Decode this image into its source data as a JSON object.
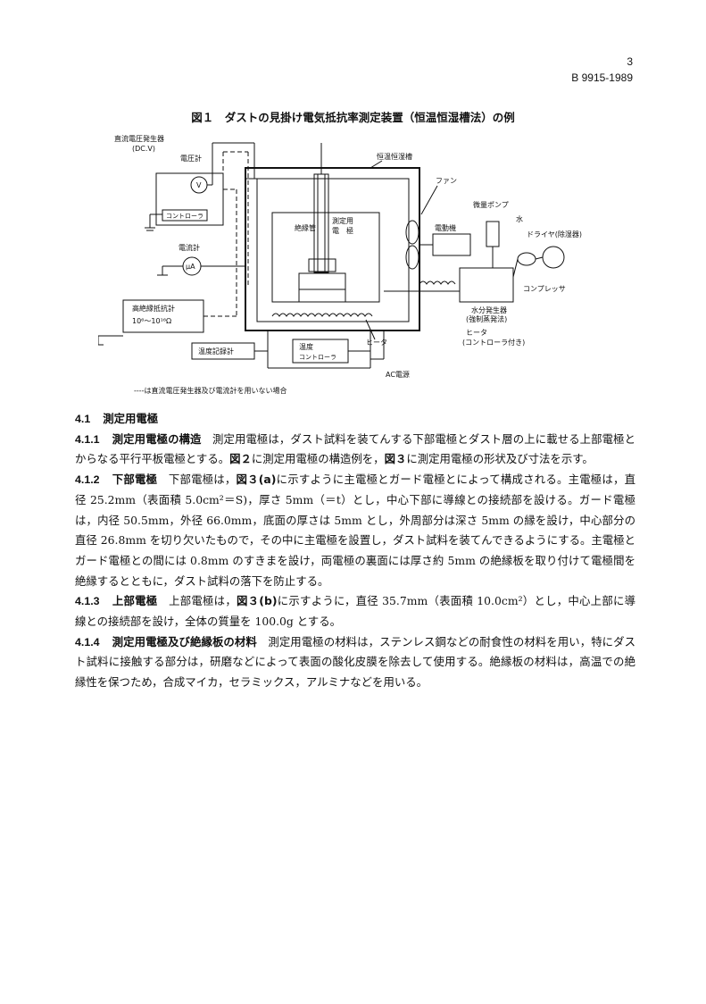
{
  "header": {
    "page_number": "3",
    "standard_code": "B 9915-1989"
  },
  "figure": {
    "title": "図１　ダストの見掛け電気抵抗率測定装置（恒温恒湿槽法）の例",
    "labels": {
      "dc_generator_1": "直流電圧発生器",
      "dc_generator_2": "(DC.V)",
      "voltmeter": "電圧計",
      "v_symbol": "V",
      "controller": "コントローラ",
      "ammeter": "電流計",
      "ua_symbol": "μA",
      "insulation_meter_1": "高絶縁抵抗計",
      "insulation_meter_2": "10⁶～10¹⁶Ω",
      "temp_recorder": "温度記録計",
      "temp_controller_1": "温度",
      "temp_controller_2": "コントローラ",
      "chamber": "恒温恒湿槽",
      "fan": "ファン",
      "insulator_tube": "絶縁管",
      "electrode_1": "測定用",
      "electrode_2": "電　極",
      "motor": "電動機",
      "micro_pump": "微量ポンプ",
      "water": "水",
      "dryer": "ドライヤ(除湿器)",
      "compressor": "コンプレッサ",
      "humidifier_1": "水分発生器",
      "humidifier_2": "(強制蒸発法)",
      "heater_inner": "ヒータ",
      "heater_1": "ヒータ",
      "heater_2": "(コントローラ付き)",
      "ac_power": "AC電源"
    },
    "legend": "‐‐‐‐は直流電圧発生器及び電流計を用いない場合"
  },
  "body": {
    "s41": {
      "num": "4.1",
      "title": "測定用電極"
    },
    "s411": {
      "num": "4.1.1",
      "title": "測定用電極の構造",
      "p1": "測定用電極は，ダスト試料を装てんする下部電極とダスト層の上に載せる上部電極とからなる平行平板電極とする。",
      "ref1": "図２",
      "p2": "に測定用電極の構造例を，",
      "ref2": "図３",
      "p3": "に測定用電極の形状及び寸法を示す。"
    },
    "s412": {
      "num": "4.1.2",
      "title": "下部電極",
      "p1": "下部電極は，",
      "ref1": "図３(a)",
      "p2": "に示すように主電極とガード電極とによって構成される。主電極は，直径 25.2mm（表面積 5.0cm²＝S)，厚さ 5mm（＝t）とし，中心下部に導線との接続部を設ける。ガード電極は，内径 50.5mm，外径 66.0mm，底面の厚さは 5mm とし，外周部分は深さ 5mm の縁を設け，中心部分の直径 26.8mm を切り欠いたもので，その中に主電極を設置し，ダスト試料を装てんできるようにする。主電極とガード電極との間には 0.8mm のすきまを設け，両電極の裏面には厚さ約 5mm の絶縁板を取り付けて電極間を絶縁するとともに，ダスト試料の落下を防止する。"
    },
    "s413": {
      "num": "4.1.3",
      "title": "上部電極",
      "p1": "上部電極は，",
      "ref1": "図３(b)",
      "p2": "に示すように，直径 35.7mm（表面積 10.0cm²）とし，中心上部に導線との接続部を設け，全体の質量を 100.0g とする。"
    },
    "s414": {
      "num": "4.1.4",
      "title": "測定用電極及び絶縁板の材料",
      "p1": "測定用電極の材料は，ステンレス鋼などの耐食性の材料を用い，特にダスト試料に接触する部分は，研磨などによって表面の酸化皮膜を除去して使用する。絶縁板の材料は，高温での絶縁性を保つため，合成マイカ，セラミックス，アルミナなどを用いる。"
    }
  }
}
